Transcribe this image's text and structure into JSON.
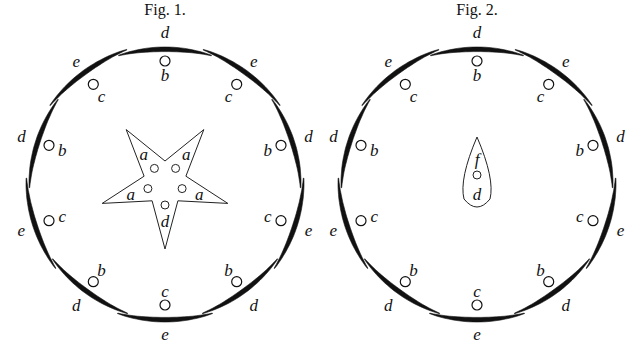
{
  "diagram": {
    "labels": [
      "Fig. 1.",
      "Fig. 2.",
      "d",
      "e",
      "d",
      "e",
      "d",
      "e",
      "d",
      "e",
      "d",
      "e",
      "b",
      "c",
      "b",
      "c",
      "b",
      "c",
      "b",
      "c",
      "b",
      "c",
      "a",
      "a",
      "a",
      "a",
      "d",
      "d",
      "e",
      "d",
      "e",
      "d",
      "e",
      "d",
      "e",
      "d",
      "e",
      "b",
      "c",
      "b",
      "c",
      "b",
      "c",
      "b",
      "c",
      "b",
      "c",
      "f",
      "d"
    ]
  }
}
